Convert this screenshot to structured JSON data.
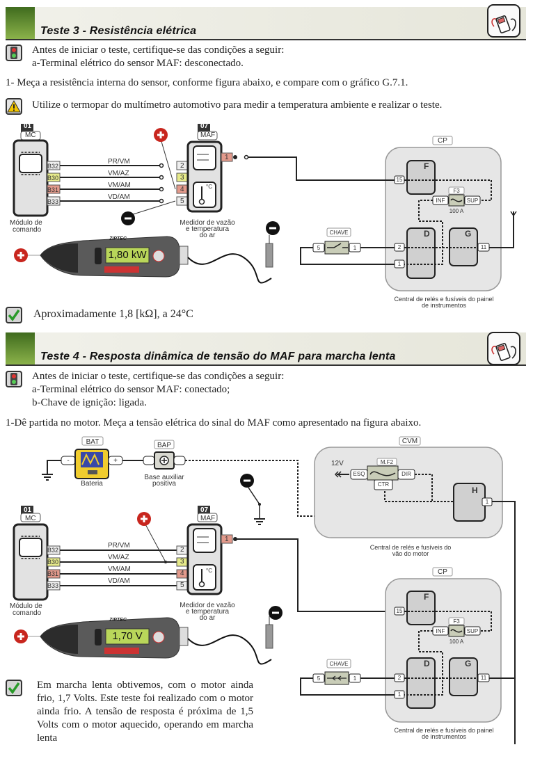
{
  "test3": {
    "title": "Teste 3 - Resistência elétrica",
    "precondition_intro": "Antes de iniciar o teste, certifique-se das condições a seguir:",
    "precondition_a": "a-Terminal elétrico do sensor MAF: desconectado.",
    "step1": "1- Meça a resistência interna do sensor,  conforme figura abaixo, e compare com o gráfico G.7.1.",
    "warning": "Utilize o termopar do multímetro automotivo para medir a temperatura ambiente e realizar o teste.",
    "result": "Aproximadamente 1,8 [kΩ], a 24°C",
    "meter_reading": "1,80 kW"
  },
  "test4": {
    "title": "Teste 4 - Resposta dinâmica de tensão do MAF para marcha lenta",
    "precondition_intro": "Antes de iniciar o teste, certifique-se das condições a seguir:",
    "precondition_a": "a-Terminal elétrico do sensor MAF: conectado;",
    "precondition_b": "b-Chave de ignição: ligada.",
    "step1": "1-Dê partida no motor.  Meça a tensão elétrica do sinal do MAF  como apresentado na figura abaixo.",
    "result": "Em marcha lenta obtivemos, com o motor ainda frio, 1,7 Volts. Este teste foi realizado com o motor ainda frio. A tensão de resposta é próxima de 1,5 Volts com o motor aquecido, operando em marcha lenta",
    "meter_reading": "1,70 V"
  },
  "diagram": {
    "mc_code": "01",
    "mc_tag": "MC",
    "mc_label_1": "Módulo de",
    "mc_label_2": "comando",
    "maf_code": "07",
    "maf_tag": "MAF",
    "maf_label_1": "Medidor de vazão",
    "maf_label_2": "e  temperatura",
    "maf_label_3": "do ar",
    "mc_pins": [
      "B32",
      "B30",
      "B31",
      "B33"
    ],
    "maf_pins": [
      "2",
      "3",
      "4",
      "5"
    ],
    "maf_pin_1": "1",
    "wires": [
      "PR/VM",
      "VM/AZ",
      "VM/AM",
      "VD/AM"
    ],
    "celsius": "°C",
    "meter_brand": "ZIPTEC",
    "cp_tag": "CP",
    "cp_label_1": "Central de relés e fusíveis do painel",
    "cp_label_2": "de instrumentos",
    "relay_f": "F",
    "relay_d": "D",
    "relay_g": "G",
    "relay_h": "H",
    "pin_15": "15",
    "pin_2": "2",
    "pin_1": "1",
    "pin_11": "11",
    "fuse_f3": "F3",
    "fuse_inf": "INF",
    "fuse_sup": "SUP",
    "fuse_rating": "100 A",
    "chave_tag": "CHAVE",
    "chave_pin_5": "5",
    "chave_pin_1": "1",
    "bat_tag": "BAT",
    "bat_label": "Bateria",
    "bat_minus": "-",
    "bat_plus": "+",
    "bap_tag": "BAP",
    "bap_label_1": "Base auxiliar",
    "bap_label_2": "positiva",
    "cvm_tag": "CVM",
    "cvm_label_1": "Central de relés e fusíveis do",
    "cvm_label_2": "vão do motor",
    "mf2_tag": "M.F2",
    "mf2_esq": "ESQ",
    "mf2_dir": "DIR",
    "mf2_ctr": "CTR",
    "v12": "12V",
    "h_pin": "1"
  },
  "colors": {
    "header_green_dark": "#3f6b1e",
    "header_green_light": "#8bb24a",
    "probe_positive": "#c8261e",
    "probe_negative": "#111111",
    "lcd": "#b9d65a",
    "pin_yellow": "#e6ea8a",
    "pin_red": "#e39a8c"
  }
}
